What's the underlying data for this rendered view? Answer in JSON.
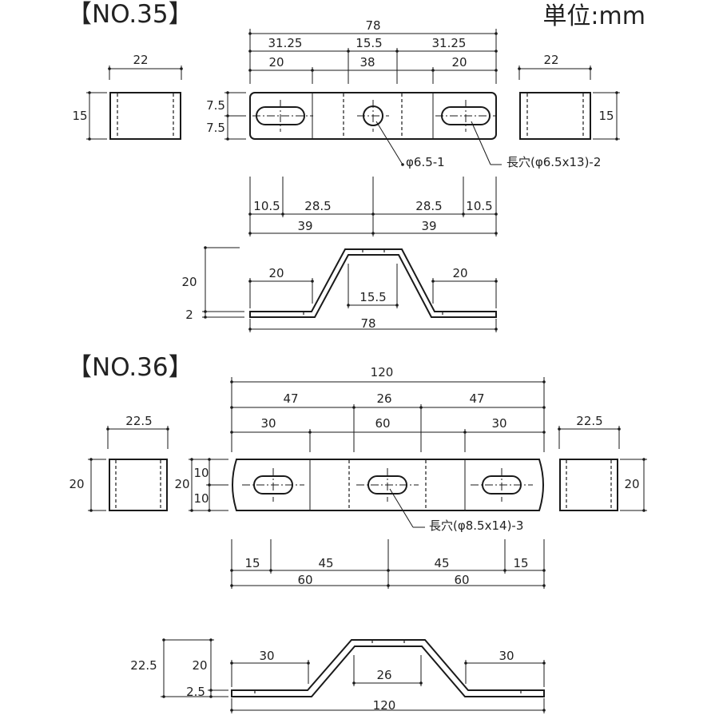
{
  "unit_label": "単位:mm",
  "no35": {
    "title": "【NO.35】",
    "top": {
      "overall": "78",
      "seg_a": [
        "31.25",
        "15.5",
        "31.25"
      ],
      "seg_b": [
        "20",
        "38",
        "20"
      ],
      "side_width": "22",
      "height": "15",
      "half_a": "7.5",
      "half_b": "7.5"
    },
    "round_hole_note": "φ6.5-1",
    "slot_note": "長穴(φ6.5x13)-2",
    "mid": {
      "row1": [
        "10.5",
        "28.5",
        "28.5",
        "10.5"
      ],
      "row2": [
        "39",
        "39"
      ]
    },
    "profile": {
      "height": "20",
      "thickness": "2",
      "left_flat": "20",
      "right_flat": "20",
      "top_flat": "15.5",
      "overall": "78"
    }
  },
  "no36": {
    "title": "【NO.36】",
    "top": {
      "overall": "120",
      "seg_a": [
        "47",
        "26",
        "47"
      ],
      "seg_b": [
        "30",
        "60",
        "30"
      ],
      "side_width": "22.5",
      "height": "20",
      "half_a": "10",
      "half_b": "10"
    },
    "slot_note": "長穴(φ8.5x14)-3",
    "mid": {
      "row1": [
        "15",
        "45",
        "45",
        "15"
      ],
      "row2": [
        "60",
        "60"
      ]
    },
    "profile": {
      "overall_height": "22.5",
      "height": "20",
      "thickness": "2.5",
      "left_flat": "30",
      "right_flat": "30",
      "top_flat": "26",
      "overall": "120"
    }
  }
}
